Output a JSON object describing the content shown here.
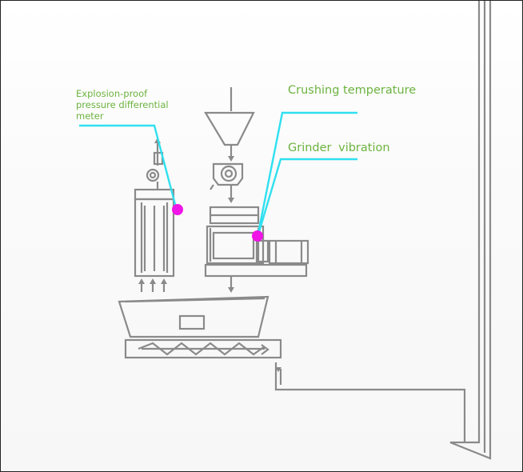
{
  "labels": {
    "pressure_meter": "Explosion-proof\npressure differential\nmeter",
    "crushing_temperature": "Crushing temperature",
    "grinder_vibration": "Grinder  vibration"
  },
  "colors": {
    "label_text": "#6cb33f",
    "leader_line": "#2fe0f0",
    "sensor_dot": "#f014e6",
    "equipment_line": "#8a8a8a"
  }
}
